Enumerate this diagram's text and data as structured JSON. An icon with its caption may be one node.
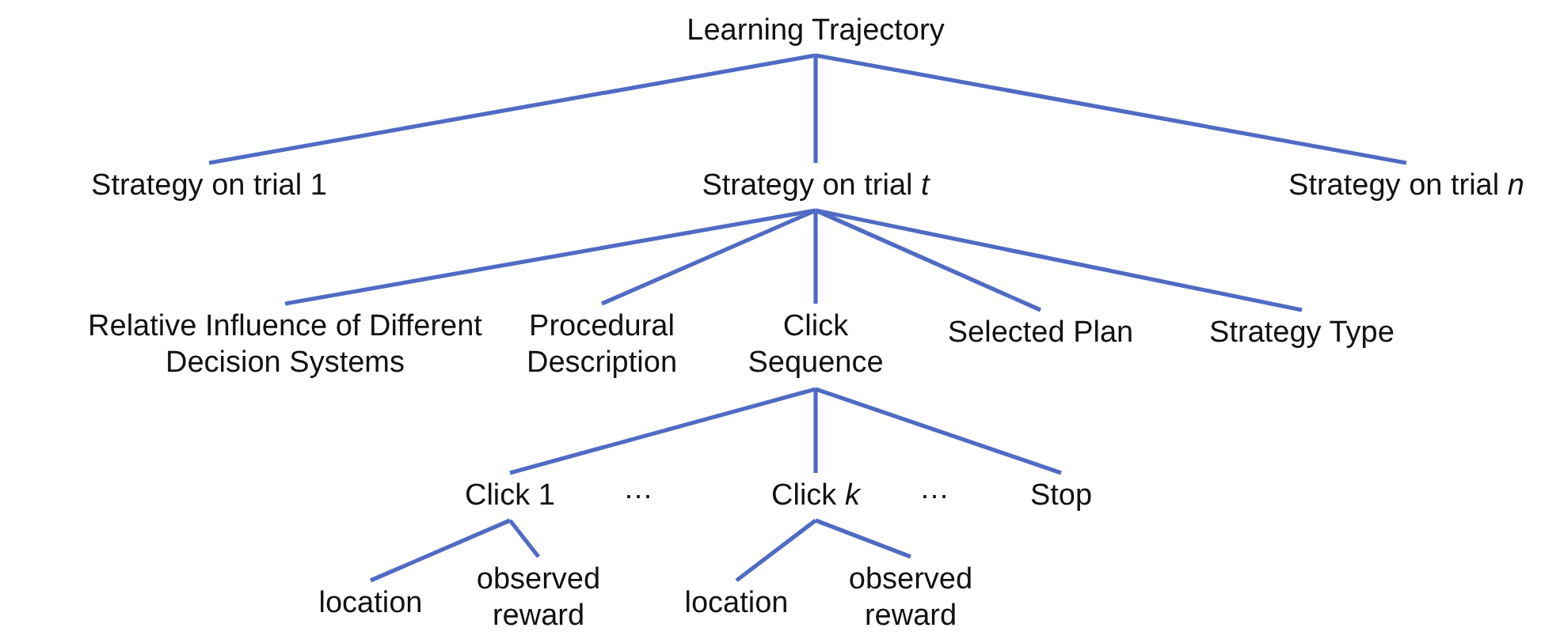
{
  "diagram": {
    "nodes": [
      {
        "text": [
          "Learning Trajectory"
        ]
      },
      {
        "text": [
          "Strategy on trial 1"
        ]
      },
      {
        "text": [
          "Strategy on trial *t*"
        ]
      },
      {
        "text": [
          "Strategy on trial *n*"
        ]
      },
      {
        "text": [
          "Relative Influence of Different Decision Systems"
        ]
      },
      {
        "text": [
          "Procedural Description"
        ]
      },
      {
        "text": [
          "Click Sequence"
        ]
      },
      {
        "text": [
          "Selected Plan"
        ]
      },
      {
        "text": [
          "Strategy Type"
        ]
      },
      {
        "text": [
          "Click 1"
        ]
      },
      {
        "text": [
          "Click *k*"
        ]
      },
      {
        "text": [
          "Stop"
        ]
      },
      {
        "text": [
          "location"
        ]
      },
      {
        "text": [
          "observed reward"
        ]
      },
      {
        "text": [
          "location"
        ]
      },
      {
        "text": [
          "observed reward"
        ]
      }
    ],
    "edges": [
      {
        "from": 0,
        "to": 1,
        "arrow": "none"
      },
      {
        "from": 0,
        "to": 2,
        "arrow": "none"
      },
      {
        "from": 0,
        "to": 3,
        "arrow": "none"
      },
      {
        "from": 2,
        "to": 4,
        "arrow": "none"
      },
      {
        "from": 2,
        "to": 5,
        "arrow": "none"
      },
      {
        "from": 2,
        "to": 6,
        "arrow": "none"
      },
      {
        "from": 2,
        "to": 7,
        "arrow": "none"
      },
      {
        "from": 2,
        "to": 8,
        "arrow": "none"
      },
      {
        "from": 6,
        "to": 9,
        "arrow": "none"
      },
      {
        "from": 6,
        "to": 10,
        "arrow": "none"
      },
      {
        "from": 6,
        "to": 11,
        "arrow": "none"
      },
      {
        "from": 9,
        "to": 12,
        "arrow": "none"
      },
      {
        "from": 9,
        "to": 13,
        "arrow": "none"
      },
      {
        "from": 10,
        "to": 14,
        "arrow": "none"
      },
      {
        "from": 10,
        "to": 15,
        "arrow": "none"
      }
    ],
    "labels": [
      "…",
      "…"
    ]
  }
}
